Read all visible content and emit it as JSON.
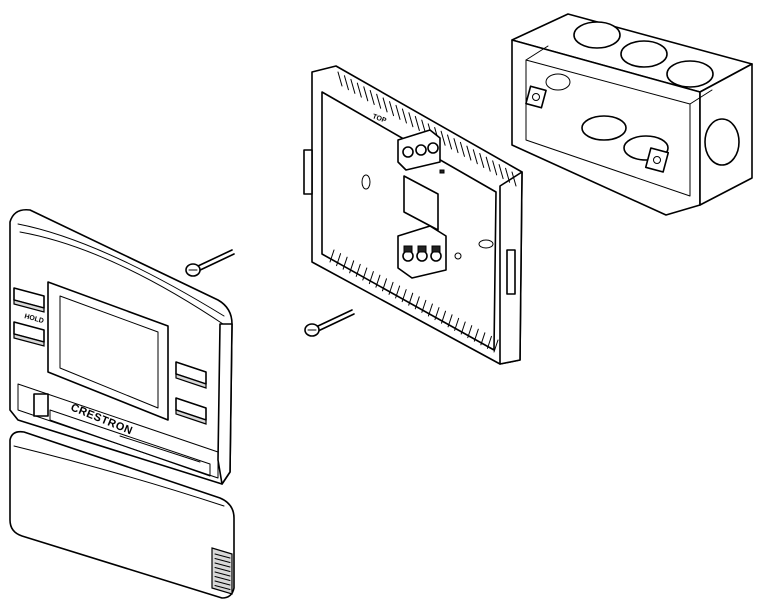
{
  "diagram": {
    "labels": {
      "brand": "CRESTRON",
      "hold_button": "HOLD",
      "top_marker": "TOP"
    },
    "colors": {
      "line": "#000000",
      "background": "#ffffff",
      "shade": "#d8d8d8"
    }
  }
}
